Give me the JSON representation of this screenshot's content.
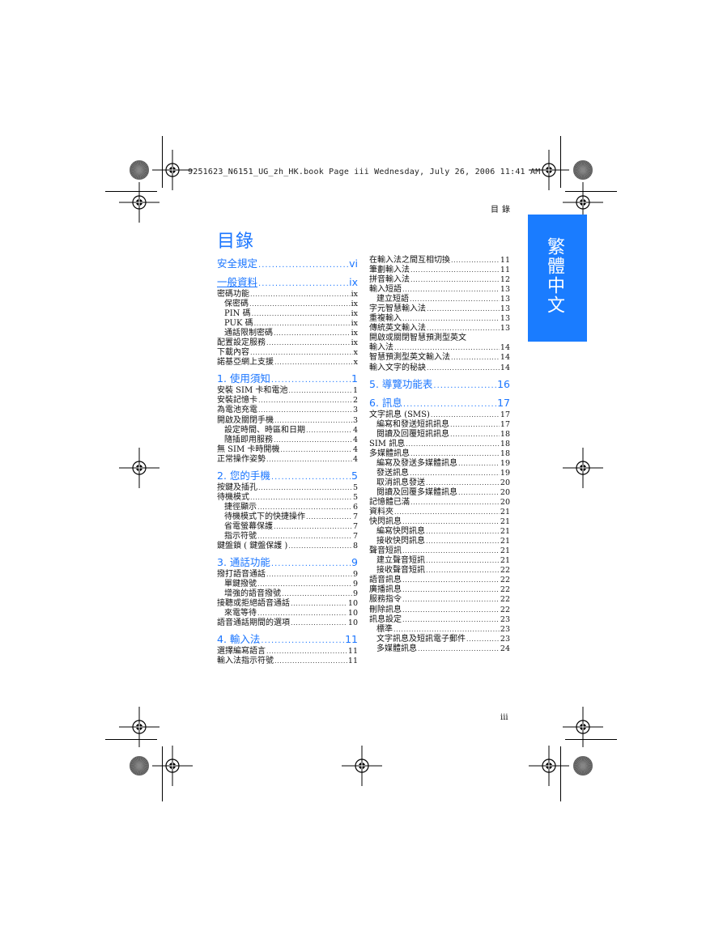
{
  "print_info": "9251623_N6151_UG_zh_HK.book  Page iii  Wednesday, July 26, 2006  11:41 AM",
  "header": {
    "section_label": "目錄"
  },
  "title": "目錄",
  "side_tab": "繁體中文",
  "page_number": "iii",
  "toc_left": [
    {
      "label": "安全規定",
      "page": "vi",
      "kind": "chapter",
      "extra": "first"
    },
    {
      "label": "一般資料",
      "page": "ix",
      "kind": "chapter",
      "extra": "link"
    },
    {
      "label": "密碼功能",
      "page": "ix",
      "kind": "entry"
    },
    {
      "label": "保密碼",
      "page": "ix",
      "kind": "sub"
    },
    {
      "label": "PIN 碼",
      "page": "ix",
      "kind": "sub"
    },
    {
      "label": "PUK 碼",
      "page": "ix",
      "kind": "sub"
    },
    {
      "label": "通話限制密碼",
      "page": "ix",
      "kind": "sub"
    },
    {
      "label": "配置設定服務",
      "page": "ix",
      "kind": "entry"
    },
    {
      "label": "下載內容",
      "page": "x",
      "kind": "entry"
    },
    {
      "label": "諾基亞網上支援",
      "page": "x",
      "kind": "entry"
    },
    {
      "label": "1. 使用須知",
      "page": "1",
      "kind": "chapter"
    },
    {
      "label": "安裝 SIM 卡和電池",
      "page": "1",
      "kind": "entry"
    },
    {
      "label": "安裝記憶卡",
      "page": "2",
      "kind": "entry"
    },
    {
      "label": "為電池充電",
      "page": "3",
      "kind": "entry"
    },
    {
      "label": "開啟及關閉手機",
      "page": "3",
      "kind": "entry"
    },
    {
      "label": "設定時間、時區和日期",
      "page": "4",
      "kind": "sub"
    },
    {
      "label": "隨插即用服務",
      "page": "4",
      "kind": "sub"
    },
    {
      "label": "無 SIM 卡時開機",
      "page": "4",
      "kind": "entry"
    },
    {
      "label": "正常操作姿勢",
      "page": "4",
      "kind": "entry"
    },
    {
      "label": "2. 您的手機",
      "page": "5",
      "kind": "chapter"
    },
    {
      "label": "按鍵及插孔",
      "page": "5",
      "kind": "entry"
    },
    {
      "label": "待機模式",
      "page": "5",
      "kind": "entry"
    },
    {
      "label": "捷徑顯示",
      "page": "6",
      "kind": "sub"
    },
    {
      "label": "待機模式下的快捷操作",
      "page": "7",
      "kind": "sub"
    },
    {
      "label": "省電螢幕保護",
      "page": "7",
      "kind": "sub"
    },
    {
      "label": "指示符號",
      "page": "7",
      "kind": "sub"
    },
    {
      "label": "鍵盤鎖 ( 鍵盤保護 )",
      "page": "8",
      "kind": "entry"
    },
    {
      "label": "3. 通話功能",
      "page": "9",
      "kind": "chapter"
    },
    {
      "label": "撥打語音通話",
      "page": "9",
      "kind": "entry"
    },
    {
      "label": "單鍵撥號",
      "page": "9",
      "kind": "sub"
    },
    {
      "label": "增強的語音撥號",
      "page": "9",
      "kind": "sub"
    },
    {
      "label": "接聽或拒絕語音通話",
      "page": "10",
      "kind": "entry"
    },
    {
      "label": "來電等待",
      "page": "10",
      "kind": "sub"
    },
    {
      "label": "語音通話期間的選項",
      "page": "10",
      "kind": "entry"
    },
    {
      "label": "4. 輸入法",
      "page": "11",
      "kind": "chapter"
    },
    {
      "label": "選擇編寫語言",
      "page": "11",
      "kind": "entry"
    },
    {
      "label": "輸入法指示符號",
      "page": "11",
      "kind": "entry"
    }
  ],
  "toc_right": [
    {
      "label": "在輸入法之間互相切換",
      "page": "11",
      "kind": "entry"
    },
    {
      "label": "筆劃輸入法",
      "page": "11",
      "kind": "entry"
    },
    {
      "label": "拼音輸入法",
      "page": "12",
      "kind": "entry"
    },
    {
      "label": "輸入短語",
      "page": "13",
      "kind": "entry"
    },
    {
      "label": "建立短語",
      "page": "13",
      "kind": "sub"
    },
    {
      "label": "字元智慧輸入法",
      "page": "13",
      "kind": "entry"
    },
    {
      "label": "重複輸入",
      "page": "13",
      "kind": "entry"
    },
    {
      "label": "傳統英文輸入法",
      "page": "13",
      "kind": "entry"
    },
    {
      "label": "開啟或關閉智慧預測型英文",
      "page": "",
      "kind": "wrap-top"
    },
    {
      "label": "輸入法",
      "page": "14",
      "kind": "entry"
    },
    {
      "label": "智慧預測型英文輸入法",
      "page": "14",
      "kind": "entry"
    },
    {
      "label": "輸入文字的秘訣",
      "page": "14",
      "kind": "entry"
    },
    {
      "label": "5. 導覽功能表",
      "page": "16",
      "kind": "chapter"
    },
    {
      "label": "6. 訊息",
      "page": "17",
      "kind": "chapter"
    },
    {
      "label": "文字訊息 (SMS)",
      "page": "17",
      "kind": "entry"
    },
    {
      "label": "編寫和發送短訊訊息",
      "page": "17",
      "kind": "sub"
    },
    {
      "label": "閱讀及回覆短訊訊息",
      "page": "18",
      "kind": "sub"
    },
    {
      "label": "SIM 訊息",
      "page": "18",
      "kind": "entry"
    },
    {
      "label": "多媒體訊息",
      "page": "18",
      "kind": "entry"
    },
    {
      "label": "編寫及發送多媒體訊息",
      "page": "19",
      "kind": "sub"
    },
    {
      "label": "發送訊息",
      "page": "19",
      "kind": "sub"
    },
    {
      "label": "取消訊息發送",
      "page": "20",
      "kind": "sub"
    },
    {
      "label": "閱讀及回覆多媒體訊息",
      "page": "20",
      "kind": "sub"
    },
    {
      "label": "記憶體已滿",
      "page": "20",
      "kind": "entry"
    },
    {
      "label": "資料夾",
      "page": "21",
      "kind": "entry"
    },
    {
      "label": "快閃訊息",
      "page": "21",
      "kind": "entry"
    },
    {
      "label": "編寫快閃訊息",
      "page": "21",
      "kind": "sub"
    },
    {
      "label": "接收快閃訊息",
      "page": "21",
      "kind": "sub"
    },
    {
      "label": "聲音短訊",
      "page": "21",
      "kind": "entry"
    },
    {
      "label": "建立聲音短訊",
      "page": "21",
      "kind": "sub"
    },
    {
      "label": "接收聲音短訊",
      "page": "22",
      "kind": "sub"
    },
    {
      "label": "語音訊息",
      "page": "22",
      "kind": "entry"
    },
    {
      "label": "廣播訊息",
      "page": "22",
      "kind": "entry"
    },
    {
      "label": "服務指令",
      "page": "22",
      "kind": "entry"
    },
    {
      "label": "刪除訊息",
      "page": "22",
      "kind": "entry"
    },
    {
      "label": "訊息設定",
      "page": "23",
      "kind": "entry"
    },
    {
      "label": "標準",
      "page": "23",
      "kind": "sub"
    },
    {
      "label": "文字訊息及短訊電子郵件",
      "page": "23",
      "kind": "sub"
    },
    {
      "label": "多媒體訊息",
      "page": "24",
      "kind": "sub"
    }
  ]
}
